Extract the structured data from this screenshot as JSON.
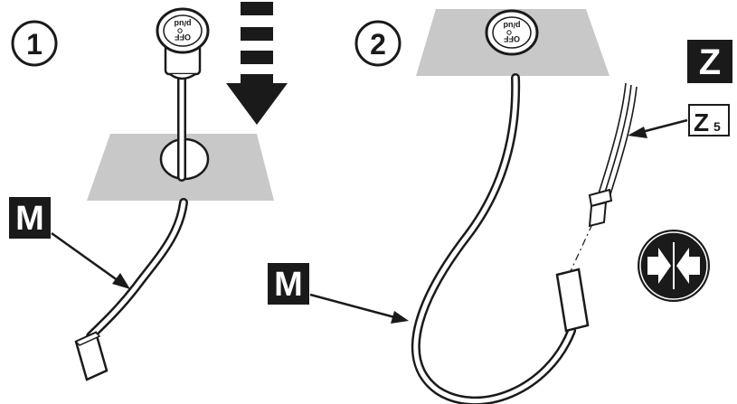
{
  "steps": [
    {
      "number": "1"
    },
    {
      "number": "2"
    }
  ],
  "labels": {
    "m_step1": "M",
    "m_step2": "M",
    "z_main": "Z",
    "z_sub_letter": "Z",
    "z_sub_index": "5"
  },
  "button_face": {
    "top_text": "p/ud",
    "bottom_text": "OFF"
  },
  "icons": {
    "insert_direction": "down-arrow-icon",
    "connect_action": "connect-arrows-icon"
  },
  "colors": {
    "panel": "#c8c8c8",
    "label_bg": "#1a1a1a",
    "line": "#1a1a1a"
  }
}
